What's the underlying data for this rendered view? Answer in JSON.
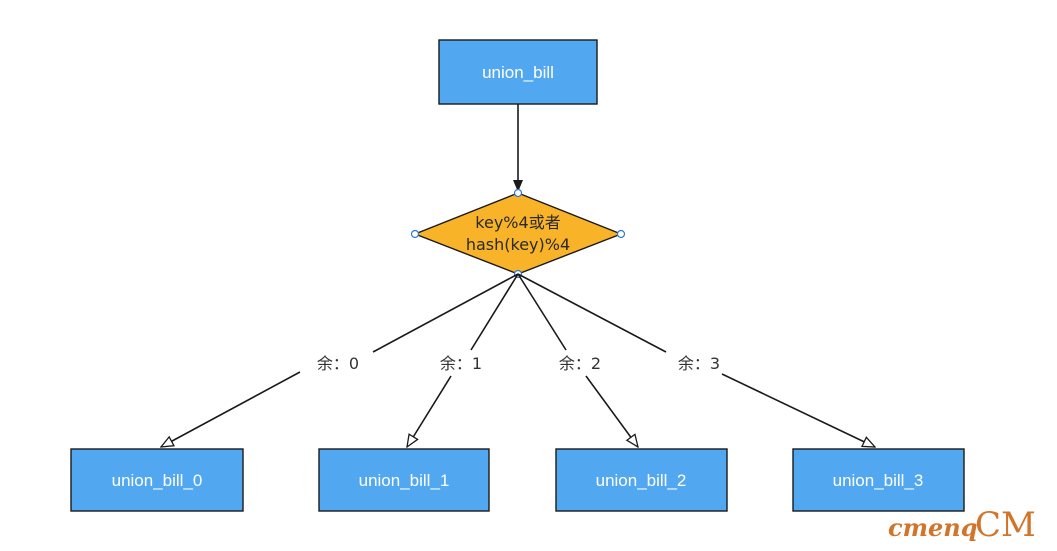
{
  "diagram": {
    "root": {
      "label": "union_bill"
    },
    "decision": {
      "line1": "key%4或者",
      "line2": "hash(key)%4"
    },
    "branches": [
      {
        "edge_label": "余：0",
        "child_label": "union_bill_0"
      },
      {
        "edge_label": "余：1",
        "child_label": "union_bill_1"
      },
      {
        "edge_label": "余：2",
        "child_label": "union_bill_2"
      },
      {
        "edge_label": "余：3",
        "child_label": "union_bill_3"
      }
    ],
    "colors": {
      "box_fill": "#52a8f0",
      "decision_fill": "#f9b328",
      "stroke": "#1a1a1a",
      "handle_stroke": "#2d7ad6"
    }
  },
  "watermark": {
    "prefix": "cmenq",
    "suffix": "CM"
  }
}
